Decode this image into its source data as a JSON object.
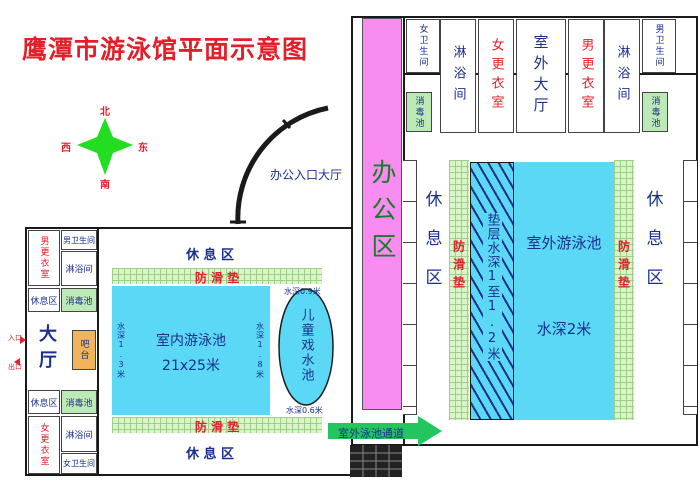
{
  "title": "鹰潭市游泳馆平面示意图",
  "compass": {
    "north": "北",
    "south": "南",
    "east": "东",
    "west": "西"
  },
  "office_entrance": "办公入口大厅",
  "office_area": "办公区",
  "outdoor_channel": "室外泳池通道",
  "outdoor": {
    "toilet_female": "女卫生间",
    "shower_left": "淋浴间",
    "locker_female": "女更衣室",
    "hall": "室外大厅",
    "locker_male": "男更衣室",
    "shower_right": "淋浴间",
    "toilet_male": "男卫生间",
    "disinfect_left": "消毒池",
    "disinfect_right": "消毒池",
    "rest_left": "休息区",
    "rest_right": "休息区",
    "antislip_left": "防滑垫",
    "antislip_right": "防滑垫",
    "pad_depth": "垫层水深1至1.2米",
    "pool_name": "室外游泳池",
    "pool_depth": "水深2米"
  },
  "indoor": {
    "locker_male": "男更衣室",
    "toilet_male": "男卫生间",
    "shower_top": "淋浴间",
    "rest_top_left": "休息区",
    "disinfect_top": "消毒池",
    "entrance": "入口",
    "exit": "出口",
    "hall": "大厅",
    "bar": "吧台",
    "rest_bottom_left": "休息区",
    "disinfect_bottom": "消毒池",
    "locker_female": "女更衣室",
    "shower_bottom": "淋浴间",
    "toilet_female": "女卫生间",
    "rest_top": "休 息 区",
    "rest_bottom": "休 息 区",
    "antislip_top": "防 滑 垫",
    "antislip_bottom": "防 滑 垫",
    "pool_name": "室内游泳池",
    "pool_size": "21x25米",
    "depth_left": "水深1.3米",
    "depth_right": "水深1.8米",
    "kids_pool": "儿童戏水池",
    "kids_depth_top": "水深0.9米",
    "kids_depth_bottom": "水深0.6米"
  },
  "colors": {
    "title": "#e2202a",
    "office": "#f98cf0",
    "pool": "#5bd8f5",
    "mat": "#d9f5c8",
    "arrow": "#22c55e",
    "compass": "#22dd22"
  }
}
